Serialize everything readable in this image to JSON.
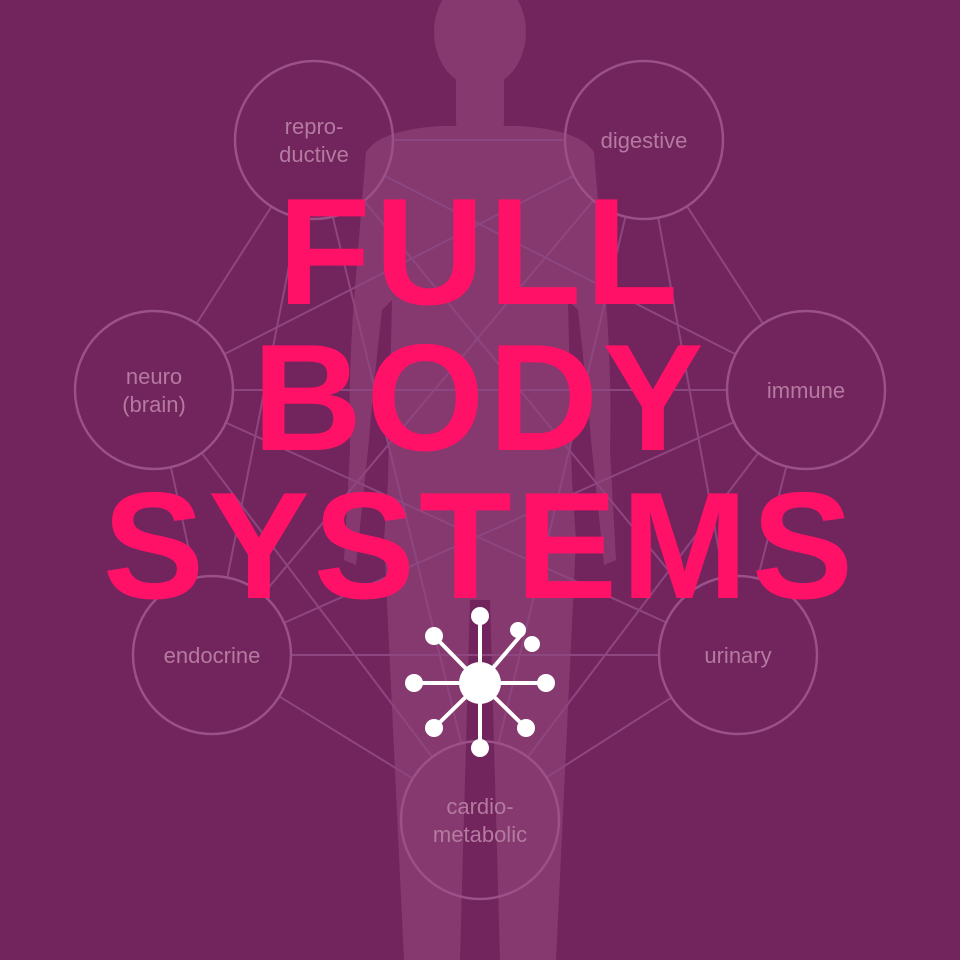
{
  "title_lines": [
    "FULL",
    "BODY",
    "SYSTEMS"
  ],
  "nodes": [
    {
      "id": "reproductive",
      "lines": [
        "repro-",
        "ductive"
      ]
    },
    {
      "id": "digestive",
      "lines": [
        "digestive"
      ]
    },
    {
      "id": "neuro",
      "lines": [
        "neuro",
        "(brain)"
      ]
    },
    {
      "id": "immune",
      "lines": [
        "immune"
      ]
    },
    {
      "id": "endocrine",
      "lines": [
        "endocrine"
      ]
    },
    {
      "id": "urinary",
      "lines": [
        "urinary"
      ]
    },
    {
      "id": "cardiometabolic",
      "lines": [
        "cardio-",
        "metabolic"
      ]
    }
  ],
  "colors": {
    "background": "#72245c",
    "title": "#ff1168",
    "node_outline": "#9a5088",
    "node_label": "#b57aa1",
    "silhouette": "#85396e",
    "network_icon": "#ffffff"
  },
  "icons": {
    "figure": "human-silhouette-icon",
    "network": "network-hub-icon"
  }
}
